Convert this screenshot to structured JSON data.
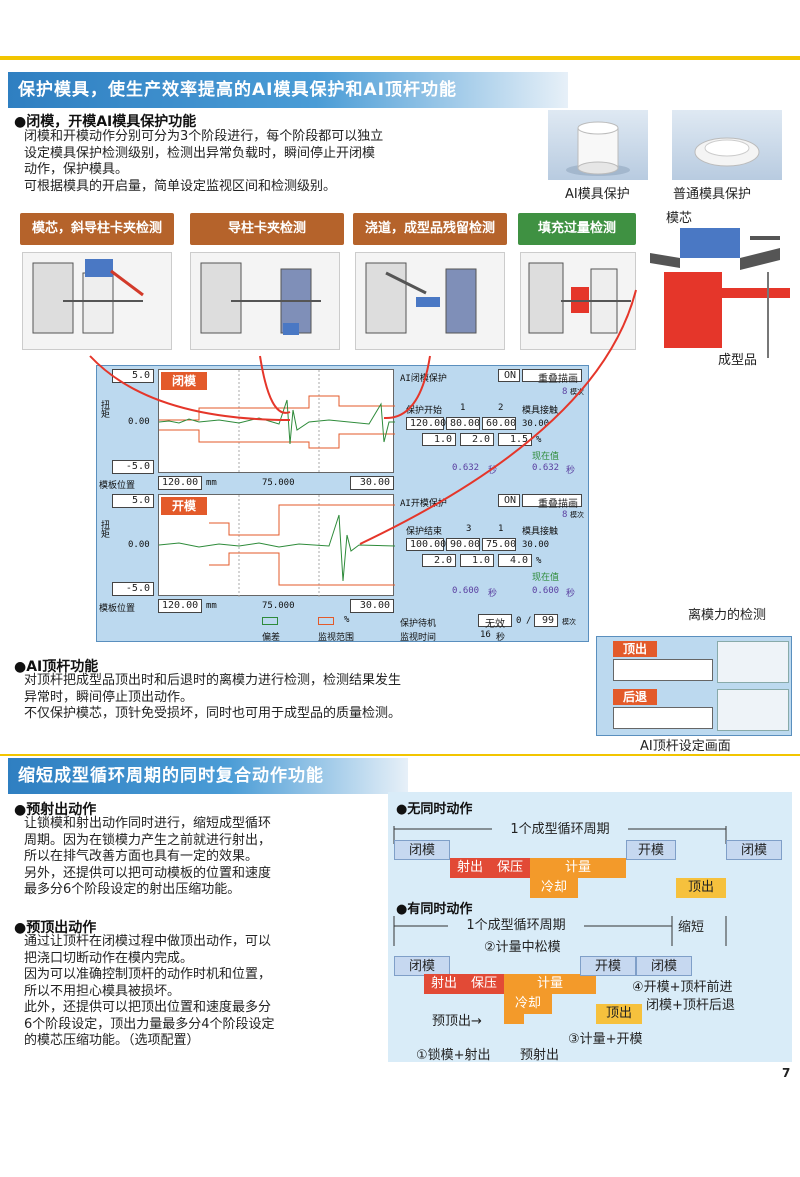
{
  "section1": {
    "title": "保护模具，使生产效率提高的AI模具保护和AI顶杆功能",
    "sub1_title": "●闭模，开模AI模具保护功能",
    "sub1_lines": [
      "闭模和开模动作分别可分为3个阶段进行，每个阶段都可以独立",
      "设定模具保护检测级别，检测出异常负载时，瞬间停止开闭模",
      "动作，保护模具。",
      "可根据模具的开启量，简单设定监视区间和检测级别。"
    ],
    "photo1_caption": "AI模具保护",
    "photo2_caption": "普通模具保护",
    "tags": [
      "模芯，斜导柱卡夹检测",
      "导柱卡夹检测",
      "浇道，成型品残留检测",
      "填充过量检测"
    ],
    "diagram_labels": {
      "core": "模芯",
      "product": "成型品"
    },
    "screen_top": {
      "title": "闭模",
      "y_top": "5.0",
      "y_mid": "0.00",
      "y_bot": "-5.0",
      "y_axis_label": "扭矩",
      "pos_label": "模板位置",
      "pos_left": "120.00",
      "pos_unit": "mm",
      "pos_mid": "75.000",
      "pos_right": "30.00",
      "panel_title": "AI闭模保护",
      "on_label": "ON",
      "mode_label": "重叠描画",
      "count": "8",
      "count_unit": "模次",
      "row1_label": "保护开始",
      "row1_c1": "1",
      "row1_c2": "2",
      "row1_c3": "模具接触",
      "vals1": [
        "120.00",
        "80.00",
        "60.00",
        "30.00"
      ],
      "vals2": [
        "1.0",
        "2.0",
        "1.5"
      ],
      "pct": "%",
      "now_label": "现在值",
      "time1": "0.632",
      "time2": "0.632",
      "sec": "秒"
    },
    "screen_bottom": {
      "title": "开模",
      "y_top": "5.0",
      "y_mid": "0.00",
      "y_bot": "-5.0",
      "y_axis_label": "扭矩",
      "pos_label": "模板位置",
      "pos_left": "120.00",
      "pos_unit": "mm",
      "pos_mid": "75.000",
      "pos_right": "30.00",
      "panel_title": "AI开模保护",
      "on_label": "ON",
      "mode_label": "重叠描画",
      "count": "8",
      "count_unit": "模次",
      "row1_label": "保护结束",
      "row1_c1": "3",
      "row1_c2": "1",
      "row1_c3": "模具接触",
      "vals1": [
        "100.00",
        "90.00",
        "75.00",
        "30.00"
      ],
      "vals2": [
        "2.0",
        "1.0",
        "4.0"
      ],
      "pct": "%",
      "now_label": "现在值",
      "time1": "0.600",
      "time2": "0.600",
      "sec": "秒",
      "standby_label": "保护待机",
      "standby_value": "无效",
      "standby_count": "0",
      "standby_total": "99",
      "standby_unit": "模次",
      "monitor_label": "监视时间",
      "monitor_value": "16",
      "monitor_unit": "秒",
      "legend_dev": "偏差",
      "legend_range": "监视范围",
      "legend_pct": "%"
    },
    "sub2_title": "●AI顶杆功能",
    "sub2_lines": [
      "对顶杆把成型品顶出时和后退时的离模力进行检测，检测结果发生",
      "异常时，瞬间停止顶出动作。",
      "不仅保护模芯，顶针免受损坏，同时也可用于成型品的质量检测。"
    ],
    "ejector_title": "离模力的检测",
    "ejector_tab1": "顶出",
    "ejector_tab2": "后退",
    "ejector_caption": "AI顶杆设定画面"
  },
  "section2": {
    "title": "缩短成型循环周期的同时复合动作功能",
    "sub1_title": "●预射出动作",
    "sub1_lines": [
      "让锁模和射出动作同时进行，缩短成型循环",
      "周期。因为在锁模力产生之前就进行射出，",
      "所以在排气改善方面也具有一定的效果。",
      "另外，还提供可以把可动模板的位置和速度",
      "最多分6个阶段设定的射出压缩功能。"
    ],
    "sub2_title": "●预顶出动作",
    "sub2_lines": [
      "通过让顶杆在闭模过程中做顶出动作，可以",
      "把浇口切断动作在模内完成。",
      "因为可以准确控制顶杆的动作时机和位置，",
      "所以不用担心模具被损坏。",
      "此外，还提供可以把顶出位置和速度最多分",
      "6个阶段设定，顶出力量最多分4个阶段设定",
      "的模芯压缩功能。（选项配置）"
    ],
    "timing": {
      "no_sim_title": "●无同时动作",
      "cycle_label": "1个成型循环周期",
      "close": "闭模",
      "inject": "射出",
      "hold": "保压",
      "meter": "计量",
      "cool": "冷却",
      "open": "开模",
      "eject": "顶出",
      "sim_title": "●有同时动作",
      "cycle_label2": "1个成型循环周期",
      "shorten": "缩短",
      "n2": "②计量中松模",
      "n3": "③计量+开模",
      "n4a": "④开模+顶杆前进",
      "n4b": "闭模+顶杆后退",
      "pre_eject": "预顶出→",
      "n1": "①锁模+射出",
      "pre_inject": "预射出"
    }
  },
  "page_number": "7",
  "colors": {
    "header_blue": "#2f7fc1",
    "tag_brown": "#b5632b",
    "tag_green": "#3f9142",
    "timing_red": "#e24a36",
    "timing_orange": "#f39a2a",
    "accent_yellow": "#f2c500"
  }
}
